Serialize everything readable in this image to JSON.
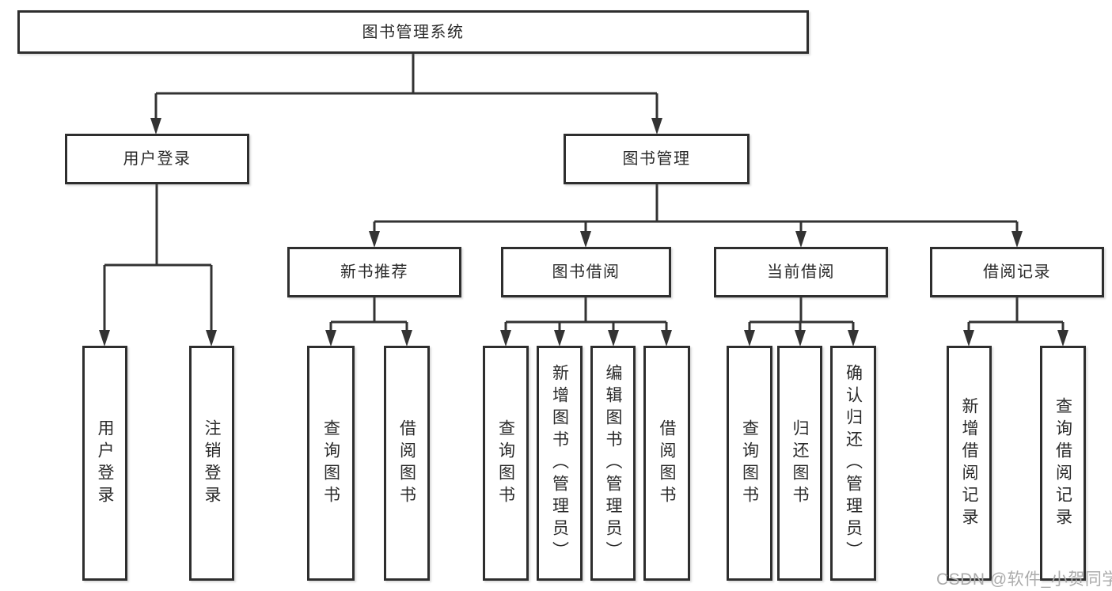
{
  "root": {
    "label": "图书管理系统"
  },
  "level1": {
    "user_login": {
      "label": "用户登录"
    },
    "book_management": {
      "label": "图书管理"
    }
  },
  "level2": {
    "new_book_recommendation": {
      "label": "新书推荐"
    },
    "book_borrowing": {
      "label": "图书借阅"
    },
    "current_borrowing": {
      "label": "当前借阅"
    },
    "borrowing_records": {
      "label": "借阅记录"
    }
  },
  "leaves": {
    "user_login_children": [
      {
        "label": "用户登录"
      },
      {
        "label": "注销登录"
      }
    ],
    "new_book_recommendation_children": [
      {
        "label": "查询图书"
      },
      {
        "label": "借阅图书"
      }
    ],
    "book_borrowing_children": [
      {
        "label": "查询图书"
      },
      {
        "label": "新增图书（管理员）"
      },
      {
        "label": "编辑图书（管理员）"
      },
      {
        "label": "借阅图书"
      }
    ],
    "current_borrowing_children": [
      {
        "label": "查询图书"
      },
      {
        "label": "归还图书"
      },
      {
        "label": "确认归还（管理员）"
      }
    ],
    "borrowing_records_children": [
      {
        "label": "新增借阅记录"
      },
      {
        "label": "查询借阅记录"
      }
    ]
  },
  "watermark": {
    "text": "CSDN @软件_小贺同学"
  },
  "colors": {
    "line": "#333333",
    "box_border": "#2e2e2e",
    "box_fill": "#ffffff",
    "text": "#2a2a2a",
    "watermark": "#ababab",
    "background": "#ffffff"
  }
}
